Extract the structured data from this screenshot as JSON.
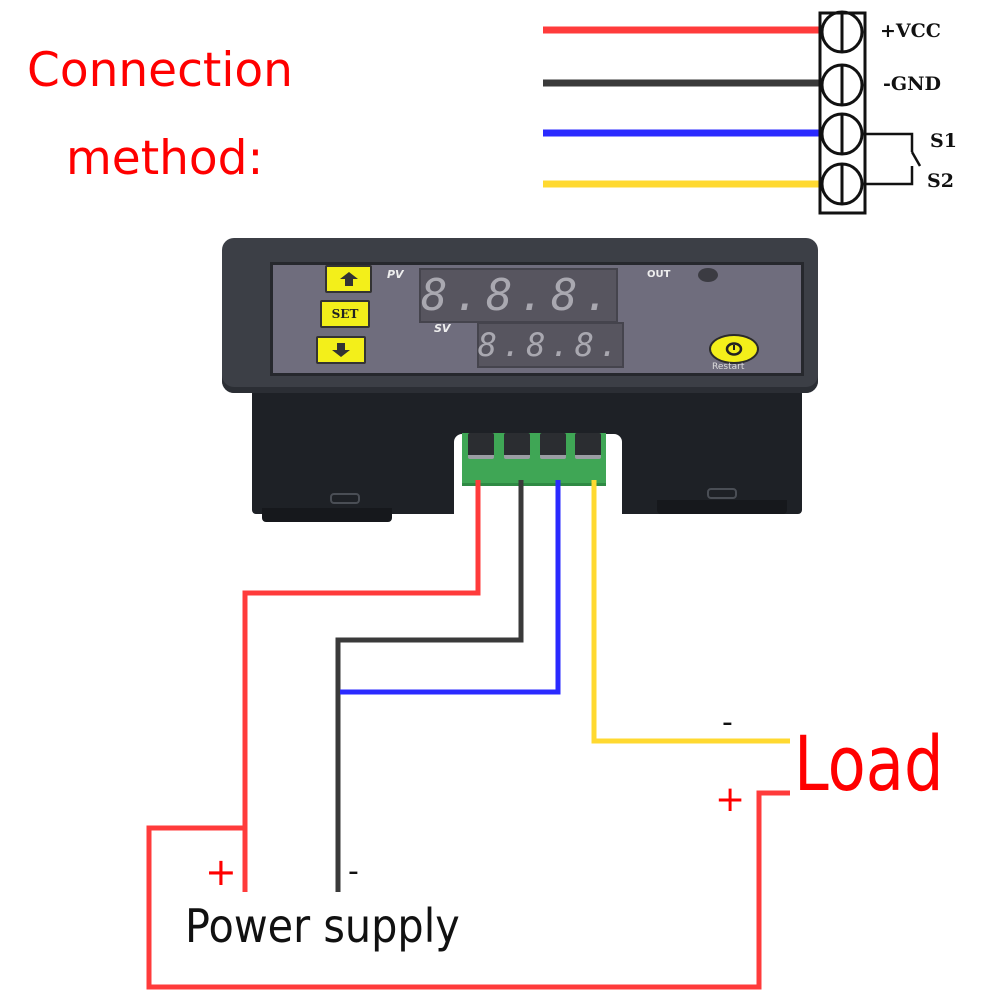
{
  "title": {
    "line1": "Connection",
    "line2": "method:"
  },
  "terminal_legend": {
    "terminals": [
      {
        "label": "+VCC",
        "wire_color": "#ff3b3b"
      },
      {
        "label": "-GND",
        "wire_color": "#3a3a3a"
      },
      {
        "label": "S1",
        "wire_color": "#2a2aff"
      },
      {
        "label": "S2",
        "wire_color": "#ffd930"
      }
    ]
  },
  "device": {
    "pv_label": "PV",
    "sv_label": "SV",
    "out_label": "OUT",
    "restart_label": "Restart",
    "pv_display": "8.8.8.",
    "sv_display": "8.8.8.",
    "buttons": {
      "up": "up-arrow",
      "set": "SET",
      "down": "down-arrow"
    }
  },
  "wiring": {
    "load_label": "Load",
    "load_minus": "-",
    "load_plus": "+",
    "power_label": "Power supply",
    "power_plus": "+",
    "power_minus": "-"
  },
  "colors": {
    "red_wire": "#ff3b3b",
    "black_wire": "#3a3a3a",
    "blue_wire": "#2a2aff",
    "yellow_wire": "#ffd930",
    "accent_red": "#ff0000",
    "terminal_green": "#3fa655",
    "button_yellow": "#f3ef1a"
  }
}
